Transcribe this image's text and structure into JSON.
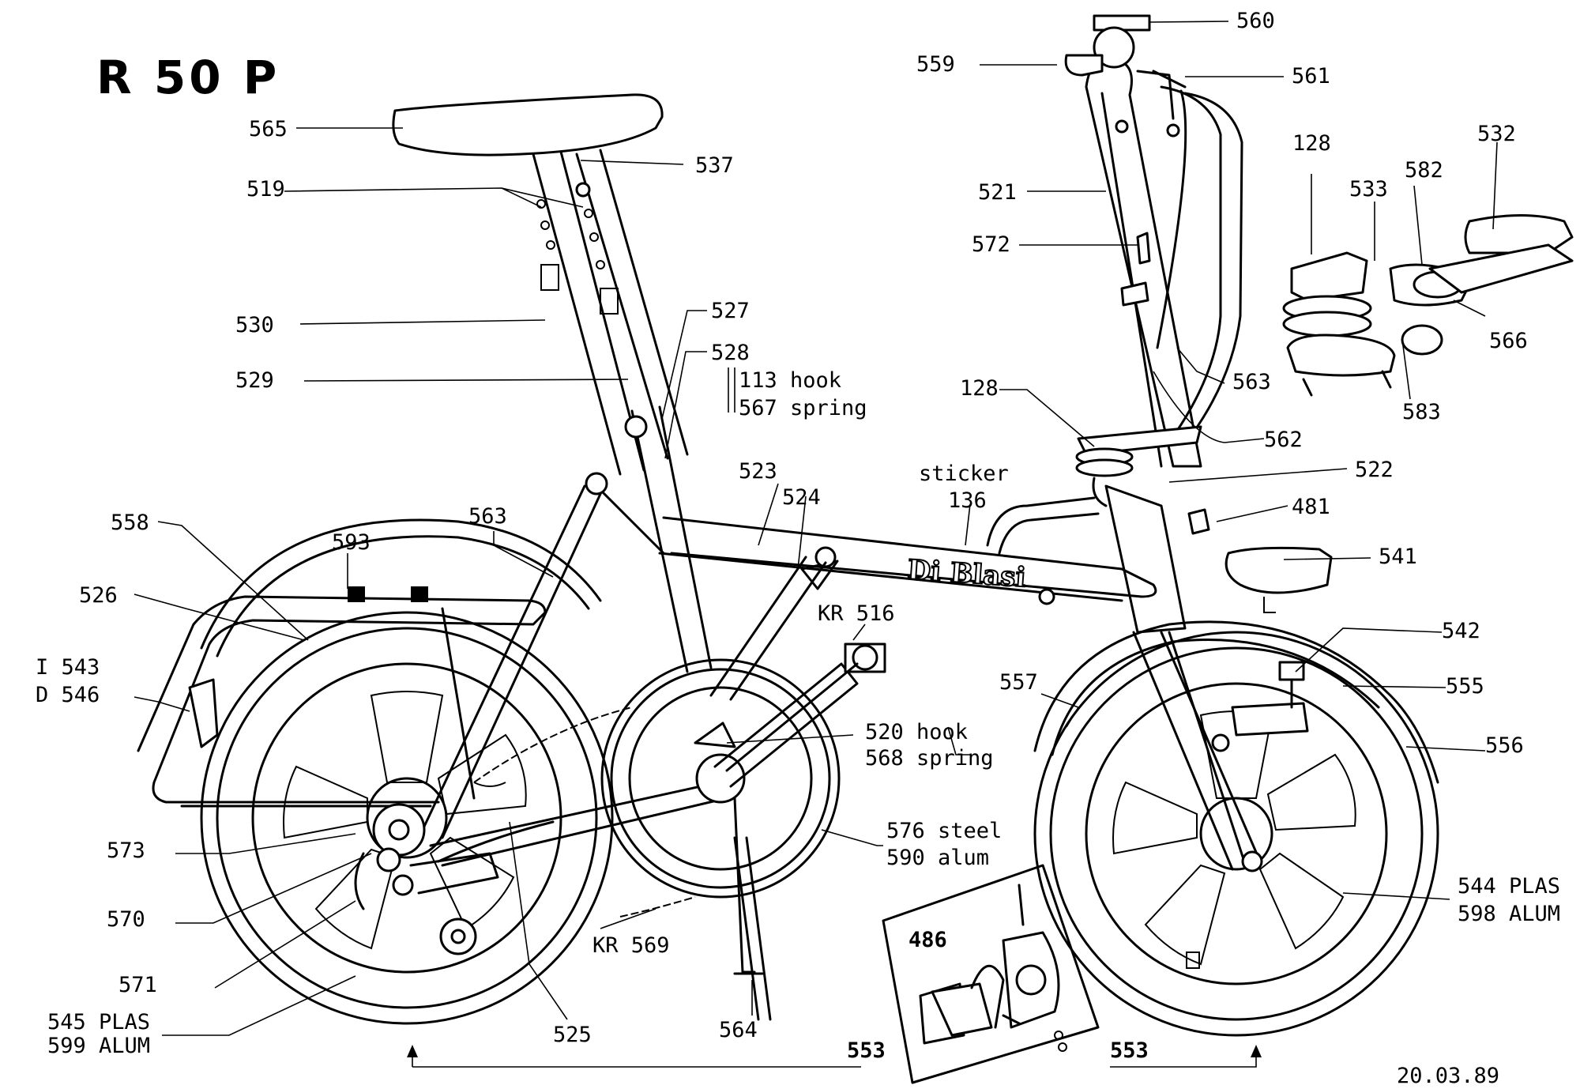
{
  "title": "R 50 P",
  "date": "20.03.89",
  "brand_text": "Di Blasi",
  "inset_label": "486",
  "labels": {
    "l560": "560",
    "l559": "559",
    "l561": "561",
    "l565": "565",
    "l537": "537",
    "l519": "519",
    "l521": "521",
    "l572": "572",
    "l128a": "128",
    "l533": "533",
    "l582": "582",
    "l532": "532",
    "l530": "530",
    "l527": "527",
    "l528": "528",
    "l113": "113 hook",
    "l567": "567 spring",
    "l529": "529",
    "l563a": "563",
    "l566": "566",
    "l583": "583",
    "l128b": "128",
    "l562": "562",
    "l522": "522",
    "l523": "523",
    "l524": "524",
    "l_sticker": "sticker",
    "l136": "136",
    "l481": "481",
    "l558": "558",
    "l593": "593",
    "l563b": "563",
    "l541": "541",
    "l526": "526",
    "lkr516": "KR 516",
    "l542": "542",
    "l555": "555",
    "l543": "I 543",
    "l546": "D 546",
    "l557": "557",
    "l556": "556",
    "l520": "520 hook",
    "l568": "568 spring",
    "l573": "573",
    "l576": "576 steel",
    "l590": "590 alum",
    "l570": "570",
    "l544": "544 PLAS",
    "l598": "598 ALUM",
    "lkr569": "KR 569",
    "l571": "571",
    "l545": "545 PLAS",
    "l599": "599 ALUM",
    "l525": "525",
    "l564": "564",
    "l553a": "553",
    "l553b": "553"
  }
}
